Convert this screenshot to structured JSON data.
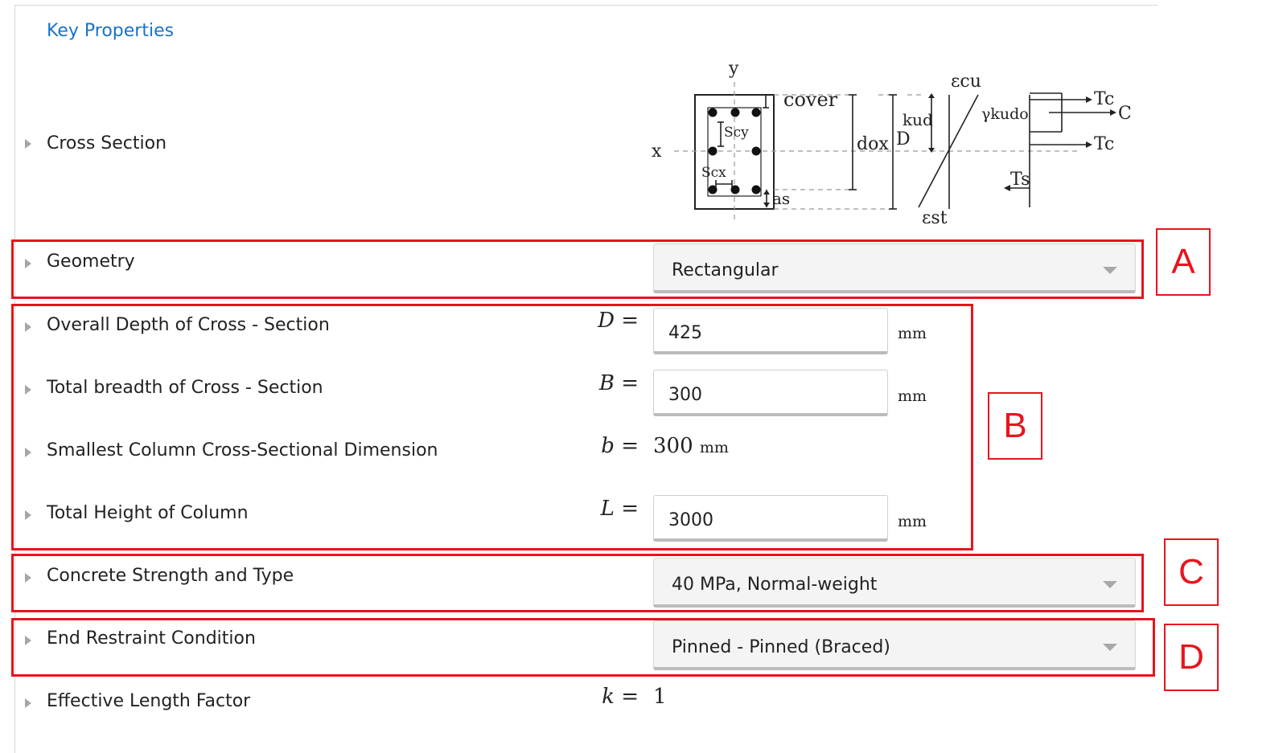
{
  "section_title": "Key Properties",
  "cross_section": {
    "label": "Cross Section",
    "diagram_labels": {
      "y": "y",
      "x": "x",
      "cover": "cover",
      "scy": "Scy",
      "scx": "Scx",
      "as": "as",
      "dox": "dox",
      "D": "D",
      "kud": "kud",
      "ecu": "εcu",
      "est": "εst",
      "gamma": "γkudo",
      "tc1": "Tc",
      "c": "C",
      "tc2": "Tc",
      "ts": "Ts"
    }
  },
  "geometry": {
    "label": "Geometry",
    "value": "Rectangular"
  },
  "depth": {
    "label": "Overall Depth of Cross - Section",
    "symbol": "D",
    "value": "425",
    "unit": "mm"
  },
  "breadth": {
    "label": "Total breadth of Cross - Section",
    "symbol": "B",
    "value": "300",
    "unit": "mm"
  },
  "smallest_dim": {
    "label": "Smallest Column Cross-Sectional Dimension",
    "symbol": "b",
    "value": "300",
    "unit": "mm"
  },
  "height": {
    "label": "Total Height of Column",
    "symbol": "L",
    "value": "3000",
    "unit": "mm"
  },
  "concrete": {
    "label": "Concrete Strength and Type",
    "value": "40 MPa, Normal-weight"
  },
  "restraint": {
    "label": "End Restraint Condition",
    "value": "Pinned - Pinned (Braced)"
  },
  "k_factor": {
    "label": "Effective Length Factor",
    "symbol": "k",
    "value": "1"
  },
  "annotations": {
    "a": "A",
    "b": "B",
    "c": "C",
    "d": "D"
  },
  "colors": {
    "accent": "#1a73c7",
    "annotation": "#e8141c"
  }
}
